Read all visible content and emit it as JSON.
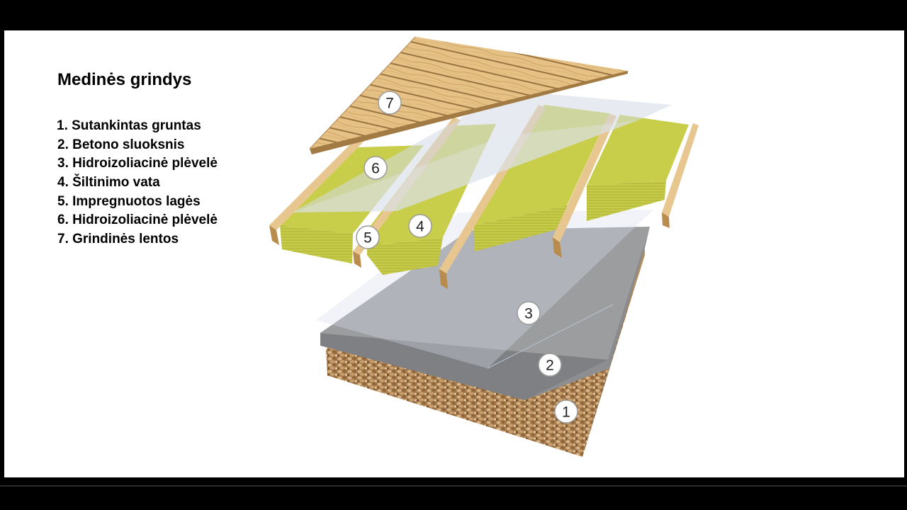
{
  "title": "Medinės grindys",
  "layers": [
    {
      "number": "1",
      "label": "1. Sutankintas gruntas"
    },
    {
      "number": "2",
      "label": "2. Betono sluoksnis"
    },
    {
      "number": "3",
      "label": "3. Hidroizoliacinė plėvelė"
    },
    {
      "number": "4",
      "label": "4. Šiltinimo vata"
    },
    {
      "number": "5",
      "label": "5. Impregnuotos lagės"
    },
    {
      "number": "6",
      "label": "6. Hidroizoliacinė plėvelė"
    },
    {
      "number": "7",
      "label": "7. Grindinės lentos"
    }
  ],
  "colors": {
    "background": "#ffffff",
    "frame": "#000000",
    "gravel": "#b08858",
    "concrete": "#9a9b9d",
    "insulation": "#c9cf4a",
    "timber": "#e2bb7c",
    "film": "#d3dbe8"
  }
}
